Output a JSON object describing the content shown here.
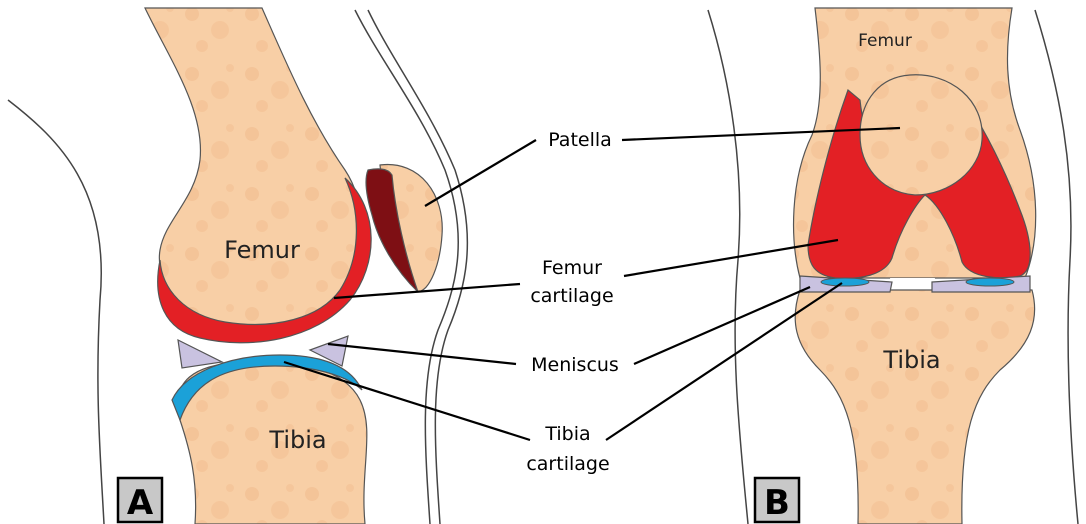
{
  "colors": {
    "bone": "#f8cfa6",
    "bone_speckle": "#f0b88a",
    "femur_cartilage": "#e32025",
    "tibia_cartilage": "#1ba1d8",
    "meniscus": "#c9c2e0",
    "patella_cartilage_dark": "#7e0f14",
    "skin_outline": "#444444",
    "tag_fill": "#c8c8c8"
  },
  "panel_a": {
    "tag": "A",
    "femur_label": "Femur",
    "tibia_label": "Tibia"
  },
  "panel_b": {
    "tag": "B",
    "femur_label": "Femur",
    "tibia_label": "Tibia"
  },
  "callouts": {
    "patella": "Patella",
    "femur_cartilage_line1": "Femur",
    "femur_cartilage_line2": "cartilage",
    "meniscus": "Meniscus",
    "tibia_cartilage_line1": "Tibia",
    "tibia_cartilage_line2": "cartilage"
  }
}
